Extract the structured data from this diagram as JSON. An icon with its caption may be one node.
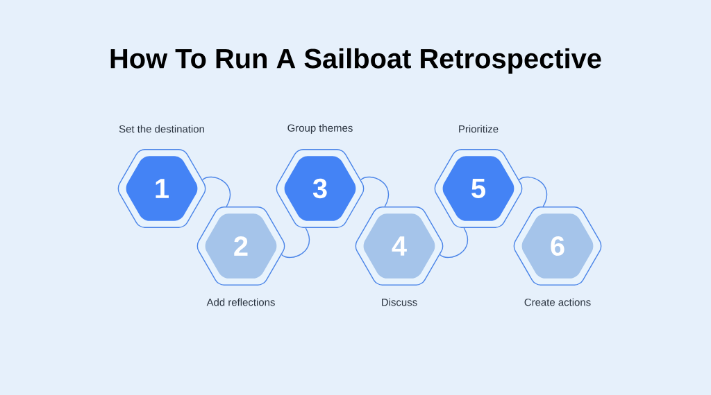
{
  "diagram": {
    "title": "How To Run A Sailboat Retrospective",
    "nodes": [
      {
        "text": [
          "1"
        ],
        "beside": [
          "Set the destination"
        ]
      },
      {
        "text": [
          "2"
        ],
        "beside": [
          "Add reflections"
        ]
      },
      {
        "text": [
          "3"
        ],
        "beside": [
          "Group themes"
        ]
      },
      {
        "text": [
          "4"
        ],
        "beside": [
          "Discuss"
        ]
      },
      {
        "text": [
          "5"
        ],
        "beside": [
          "Prioritize"
        ]
      },
      {
        "text": [
          "6"
        ],
        "beside": [
          "Create actions"
        ]
      }
    ],
    "edges": [
      {
        "from": 0,
        "to": 1,
        "arrow": "none"
      },
      {
        "from": 1,
        "to": 2,
        "arrow": "none"
      },
      {
        "from": 2,
        "to": 3,
        "arrow": "none"
      },
      {
        "from": 3,
        "to": 4,
        "arrow": "none"
      },
      {
        "from": 4,
        "to": 5,
        "arrow": "none"
      }
    ]
  }
}
